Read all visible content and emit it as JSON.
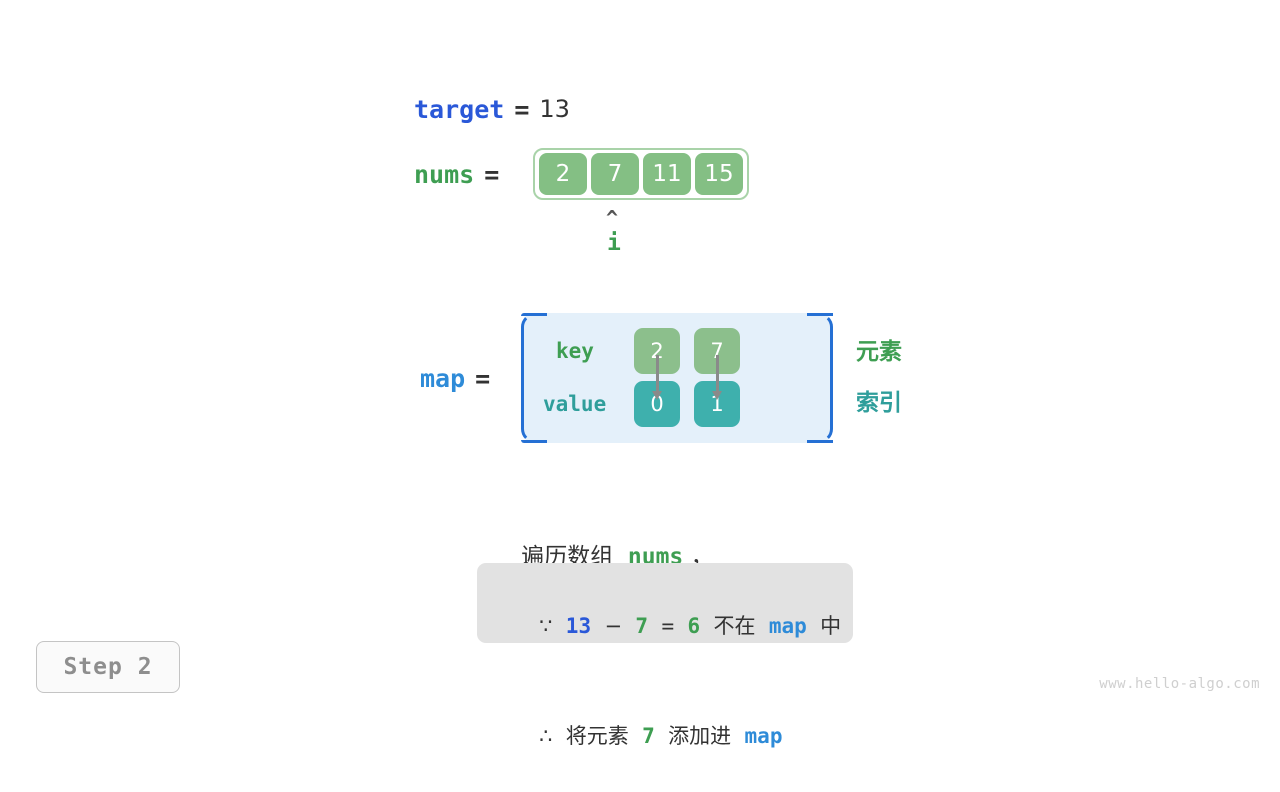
{
  "colors": {
    "var_blue": "#2a58d8",
    "map_blue": "#2e8bd8",
    "green": "#3e9e52",
    "teal": "#2f9e9b",
    "array_cell": "#84bf84",
    "array_border": "#a9d3a9",
    "map_key_cell": "#8cbf8c",
    "map_value_cell": "#3eb0ad",
    "map_bg": "#e4f0fa",
    "map_bracket": "#2570d4",
    "info_bg": "#e2e2e2",
    "arrow_gray": "#8a8a8a"
  },
  "target": {
    "name": "target",
    "equals": "=",
    "value": "13"
  },
  "nums": {
    "name": "nums",
    "equals": "=",
    "cells": [
      "2",
      "7",
      "11",
      "15"
    ]
  },
  "pointer": {
    "caret": "^",
    "label": "i",
    "points_to_index": 1
  },
  "map": {
    "name": "map",
    "equals": "=",
    "row_labels": {
      "key": "key",
      "value": "value"
    },
    "entries": [
      {
        "key": "2",
        "value": "0"
      },
      {
        "key": "7",
        "value": "1"
      }
    ],
    "side_labels": {
      "element": "元素",
      "index": "索引"
    }
  },
  "caption": {
    "prefix": "遍历数组",
    "code": "nums",
    "suffix": "，"
  },
  "info": {
    "line1": {
      "symbol": "∵",
      "a": "13",
      "minus": "−",
      "b": "7",
      "eq": "=",
      "c": "6",
      "text": "不在",
      "map": "map",
      "tail": "中"
    },
    "line2": {
      "symbol": "∴",
      "text": "将元素",
      "value": "7",
      "action": "添加进",
      "map": "map"
    }
  },
  "step_badge": {
    "label": "Step 2"
  },
  "watermark": {
    "text": "www.hello-algo.com"
  }
}
